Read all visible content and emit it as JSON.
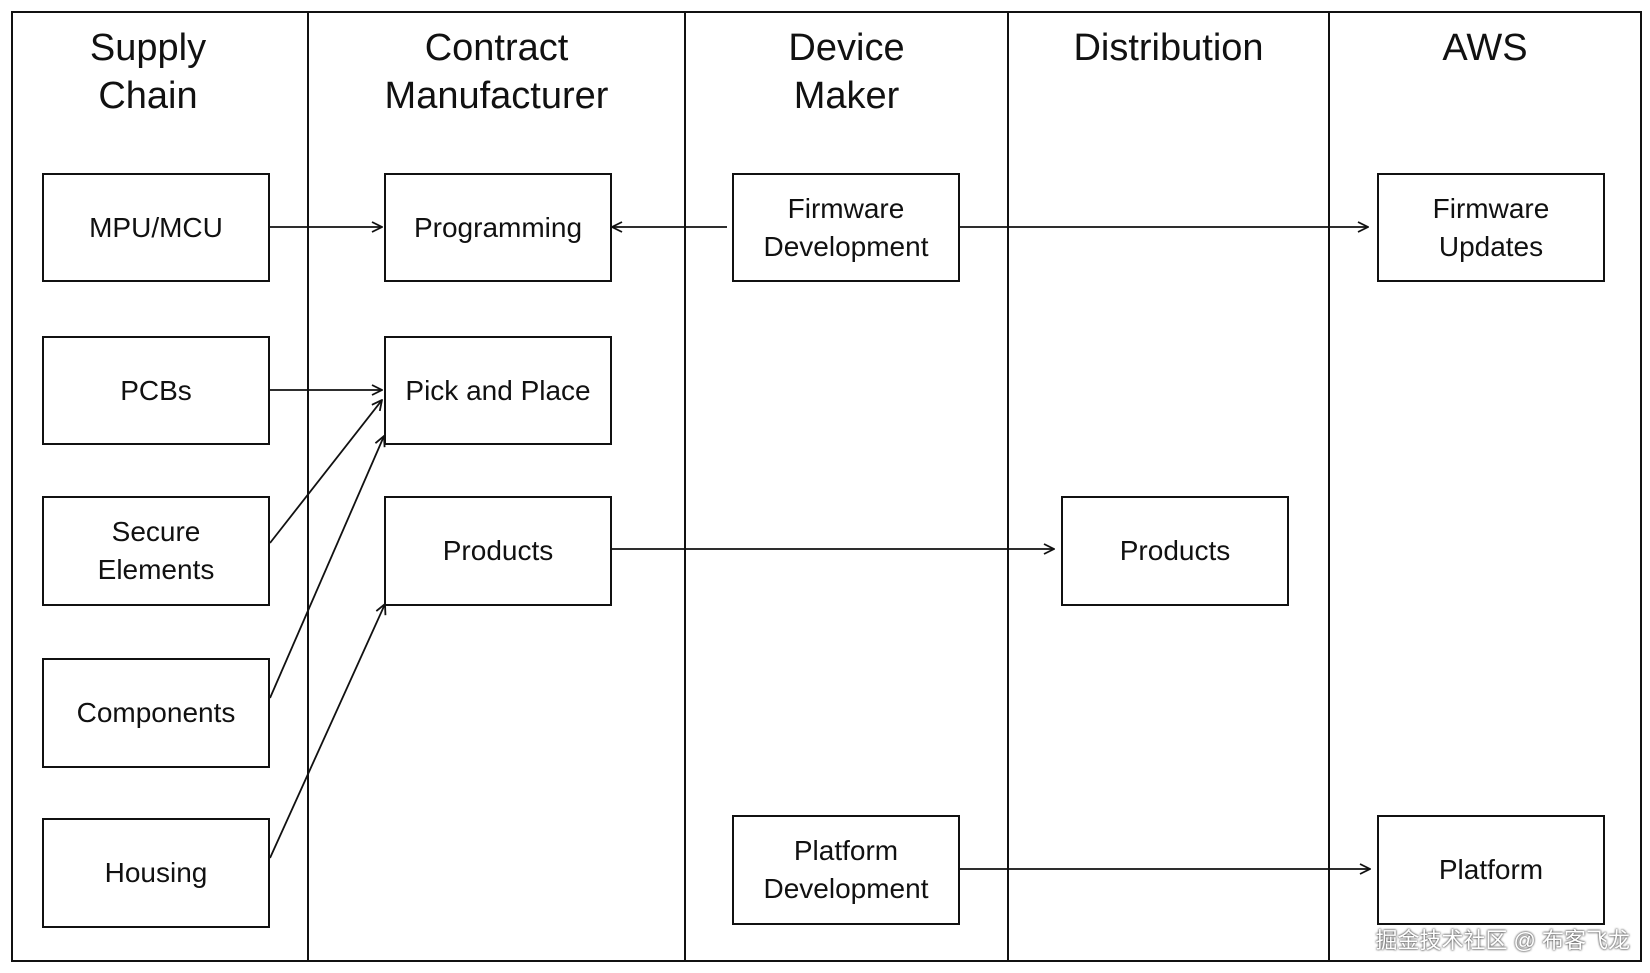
{
  "lanes": {
    "supply_chain": {
      "line1": "Supply",
      "line2": "Chain"
    },
    "contract_manufacturer": {
      "line1": "Contract",
      "line2": "Manufacturer"
    },
    "device_maker": {
      "line1": "Device",
      "line2": "Maker"
    },
    "distribution": {
      "line1": "Distribution"
    },
    "aws": {
      "line1": "AWS"
    }
  },
  "nodes": {
    "mpu_mcu": {
      "line1": "MPU/MCU"
    },
    "pcbs": {
      "line1": "PCBs"
    },
    "secure_elements": {
      "line1": "Secure",
      "line2": "Elements"
    },
    "components": {
      "line1": "Components"
    },
    "housing": {
      "line1": "Housing"
    },
    "programming": {
      "line1": "Programming"
    },
    "pick_and_place": {
      "line1": "Pick and Place"
    },
    "products_cm": {
      "line1": "Products"
    },
    "firmware_development": {
      "line1": "Firmware",
      "line2": "Development"
    },
    "platform_development": {
      "line1": "Platform",
      "line2": "Development"
    },
    "products_distribution": {
      "line1": "Products"
    },
    "firmware_updates": {
      "line1": "Firmware",
      "line2": "Updates"
    },
    "platform": {
      "line1": "Platform"
    }
  },
  "edges": [
    {
      "from": "mpu_mcu",
      "to": "programming"
    },
    {
      "from": "firmware_development",
      "to": "programming"
    },
    {
      "from": "firmware_development",
      "to": "firmware_updates"
    },
    {
      "from": "pcbs",
      "to": "pick_and_place"
    },
    {
      "from": "secure_elements",
      "to": "pick_and_place"
    },
    {
      "from": "components",
      "to": "pick_and_place"
    },
    {
      "from": "housing",
      "to": "products_cm"
    },
    {
      "from": "products_cm",
      "to": "products_distribution"
    },
    {
      "from": "platform_development",
      "to": "platform"
    }
  ],
  "watermark": "掘金技术社区 @ 布客飞龙",
  "colors": {
    "line": "#111111",
    "background": "#ffffff"
  }
}
